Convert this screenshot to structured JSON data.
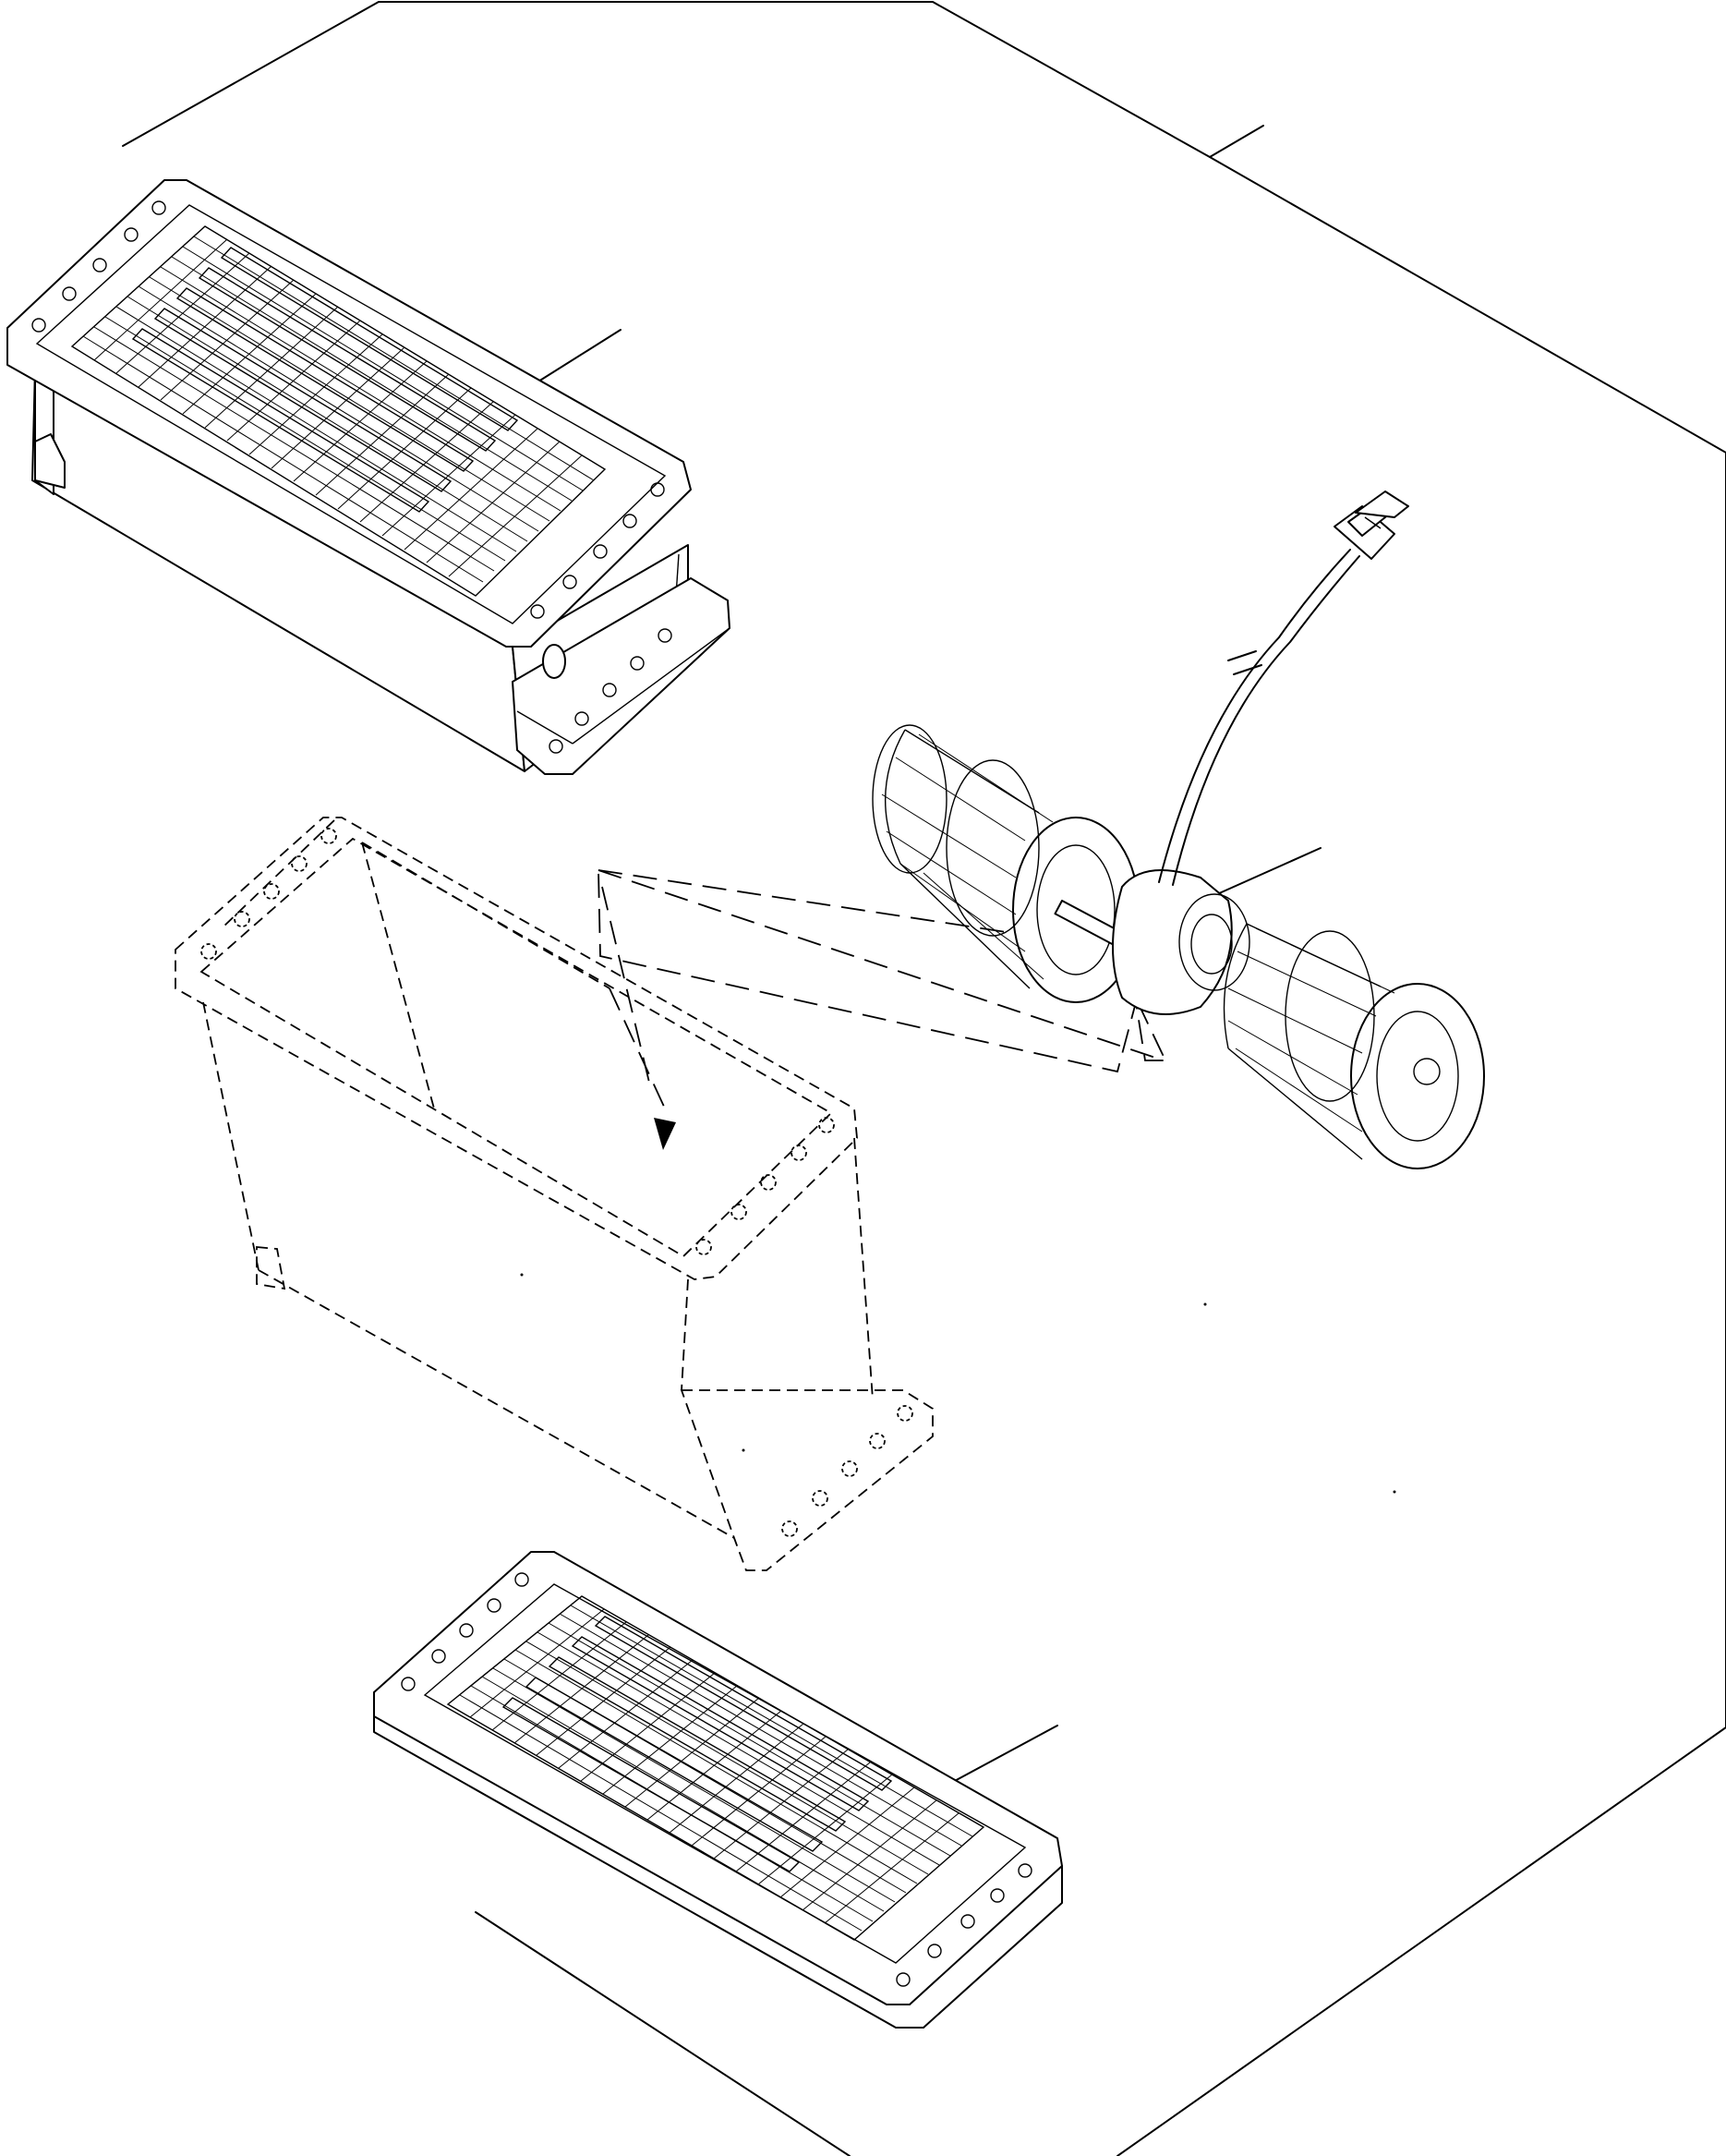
{
  "figure": {
    "type": "exploded-parts-diagram",
    "colors": {
      "background": "#ffffff",
      "linework": "#000000"
    },
    "components": [
      {
        "name": "heater-core-top",
        "icon": "radiator-core-icon"
      },
      {
        "name": "blower-fan-assembly",
        "icon": "blower-fan-icon"
      },
      {
        "name": "wire-connector",
        "icon": "connector-plug-icon"
      },
      {
        "name": "heater-case-phantom",
        "icon": "case-outline-icon"
      },
      {
        "name": "heater-core-bottom",
        "icon": "radiator-core-icon"
      }
    ]
  }
}
